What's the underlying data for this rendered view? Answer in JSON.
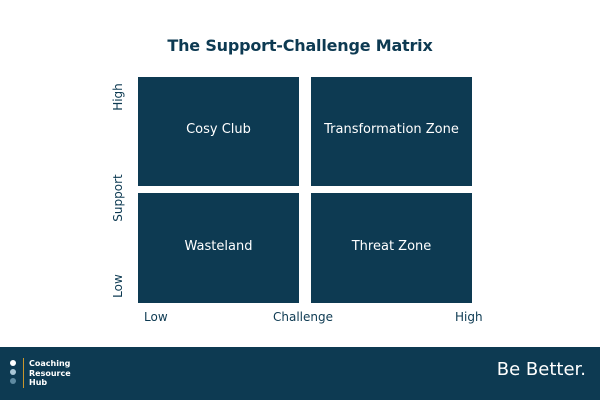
{
  "title": "The Support-Challenge Matrix",
  "quadrants": {
    "top_left": "Cosy Club",
    "top_right": "Transformation Zone",
    "bottom_left": "Wasteland",
    "bottom_right": "Threat Zone"
  },
  "y_axis": {
    "high": "High",
    "label": "Support",
    "low": "Low"
  },
  "x_axis": {
    "low": "Low",
    "label": "Challenge",
    "high": "High"
  },
  "footer": {
    "logo_lines": [
      "Coaching",
      "Resource",
      "Hub"
    ],
    "tagline": "Be Better."
  },
  "colors": {
    "primary": "#0d3a52",
    "accent": "#c8962d",
    "background": "#ffffff"
  }
}
